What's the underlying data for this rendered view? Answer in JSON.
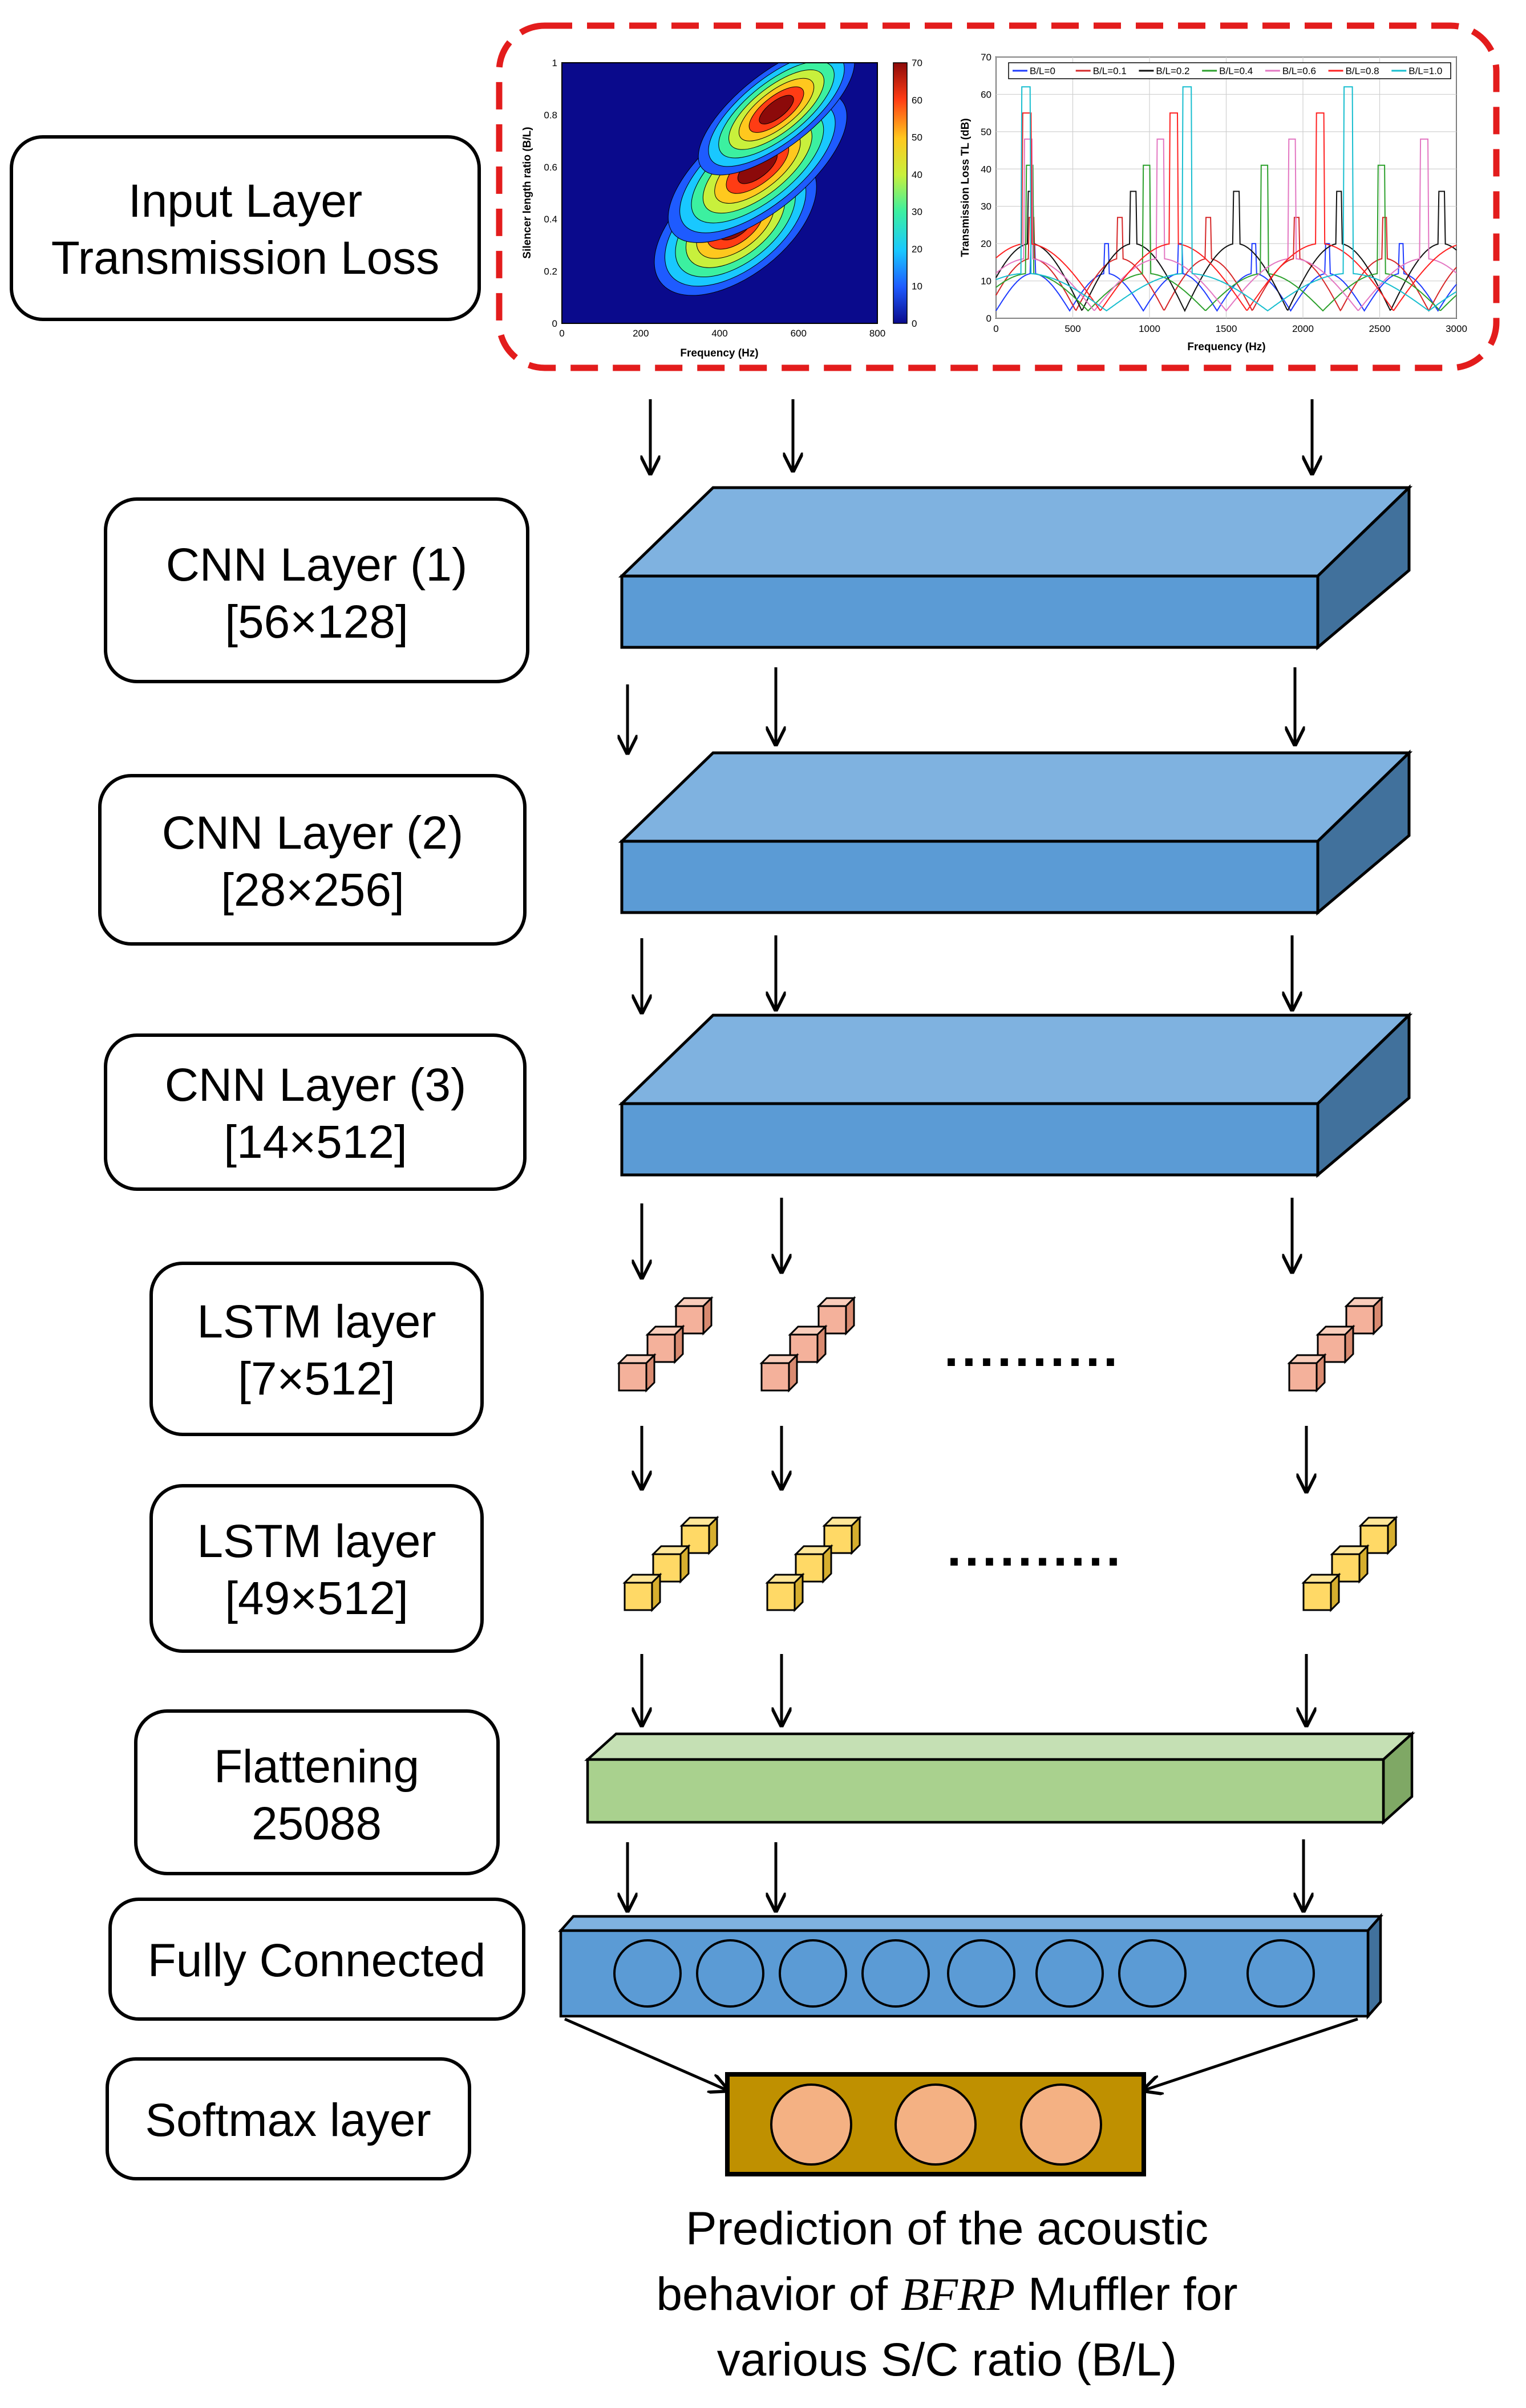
{
  "colors": {
    "cnn_front": "#5b9bd5",
    "cnn_top": "#7fb2e0",
    "cnn_side": "#41719c",
    "lstm1": "#f4b19b",
    "lstm2": "#ffd966",
    "flatten": "#a9d18e",
    "softmax_box": "#bf9000",
    "softmax_node": "#f4b183",
    "input_border": "#e31c1c"
  },
  "labels": {
    "input": {
      "line1": "Input Layer",
      "line2": "Transmission Loss"
    },
    "cnn1": {
      "line1": "CNN Layer (1)",
      "line2": "[56×128]"
    },
    "cnn2": {
      "line1": "CNN Layer (2)",
      "line2": "[28×256]"
    },
    "cnn3": {
      "line1": "CNN Layer (3)",
      "line2": "[14×512]"
    },
    "lstm1": {
      "line1": "LSTM layer",
      "line2": "[7×512]"
    },
    "lstm2": {
      "line1": "LSTM layer",
      "line2": "[49×512]"
    },
    "flatten": {
      "line1": "Flattening",
      "line2": "25088"
    },
    "fc": {
      "line1": "Fully Connected"
    },
    "softmax": {
      "line1": "Softmax layer"
    }
  },
  "caption": {
    "line1": "Prediction of the acoustic",
    "line2_pre": "behavior of ",
    "line2_italic": "BFRP",
    "line2_post": " Muffler for",
    "line3": "various S/C ratio (B/L)"
  },
  "ellipsis": "..........",
  "contour_plot": {
    "xlabel": "Frequency (Hz)",
    "ylabel": "Silencer length ratio (B/L)",
    "xticks": [
      "0",
      "200",
      "400",
      "600",
      "800"
    ],
    "yticks": [
      "0",
      "0.2",
      "0.4",
      "0.6",
      "0.8",
      "1"
    ],
    "colorbar_ticks": [
      "0",
      "10",
      "20",
      "30",
      "40",
      "50",
      "60",
      "70"
    ]
  },
  "chart_data": {
    "type": "line",
    "xlabel": "Frequency (Hz)",
    "ylabel": "Transmission Loss TL (dB)",
    "xlim": [
      0,
      3000
    ],
    "ylim": [
      0,
      70
    ],
    "xticks": [
      "0",
      "500",
      "1000",
      "1500",
      "2000",
      "2500",
      "3000"
    ],
    "yticks": [
      "0",
      "10",
      "20",
      "30",
      "40",
      "50",
      "60",
      "70"
    ],
    "grid": true,
    "legend_position": "top",
    "series": [
      {
        "name": "B/L=0",
        "color": "#1f3cff"
      },
      {
        "name": "B/L=0.1",
        "color": "#d62728"
      },
      {
        "name": "B/L=0.2",
        "color": "#111111"
      },
      {
        "name": "B/L=0.4",
        "color": "#2ca02c"
      },
      {
        "name": "B/L=0.6",
        "color": "#e377c2"
      },
      {
        "name": "B/L=0.8",
        "color": "#ff2020"
      },
      {
        "name": "B/L=1.0",
        "color": "#17becf"
      }
    ]
  }
}
